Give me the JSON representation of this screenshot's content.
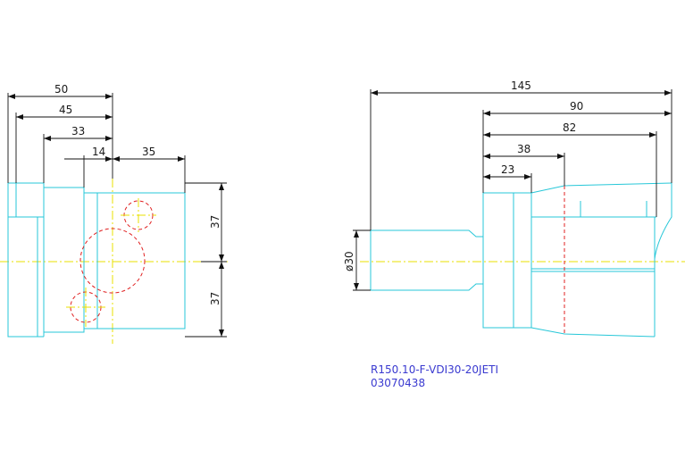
{
  "colors": {
    "background": "#ffffff",
    "outline": "#27c7d8",
    "dimension": "#111111",
    "centerline": "#e8e000",
    "hidden": "#e02020",
    "label": "#3a3ad0"
  },
  "left_view": {
    "dims": {
      "d50": "50",
      "d45": "45",
      "d33": "33",
      "d14": "14",
      "d35": "35",
      "d37_top": "37",
      "d37_bottom": "37"
    }
  },
  "right_view": {
    "dims": {
      "d145": "145",
      "d90": "90",
      "d82": "82",
      "d38": "38",
      "d23": "23",
      "dia30": "ø30"
    }
  },
  "title_block": {
    "part_number": "R150.10-F-VDI30-20JETI",
    "code": "03070438"
  }
}
